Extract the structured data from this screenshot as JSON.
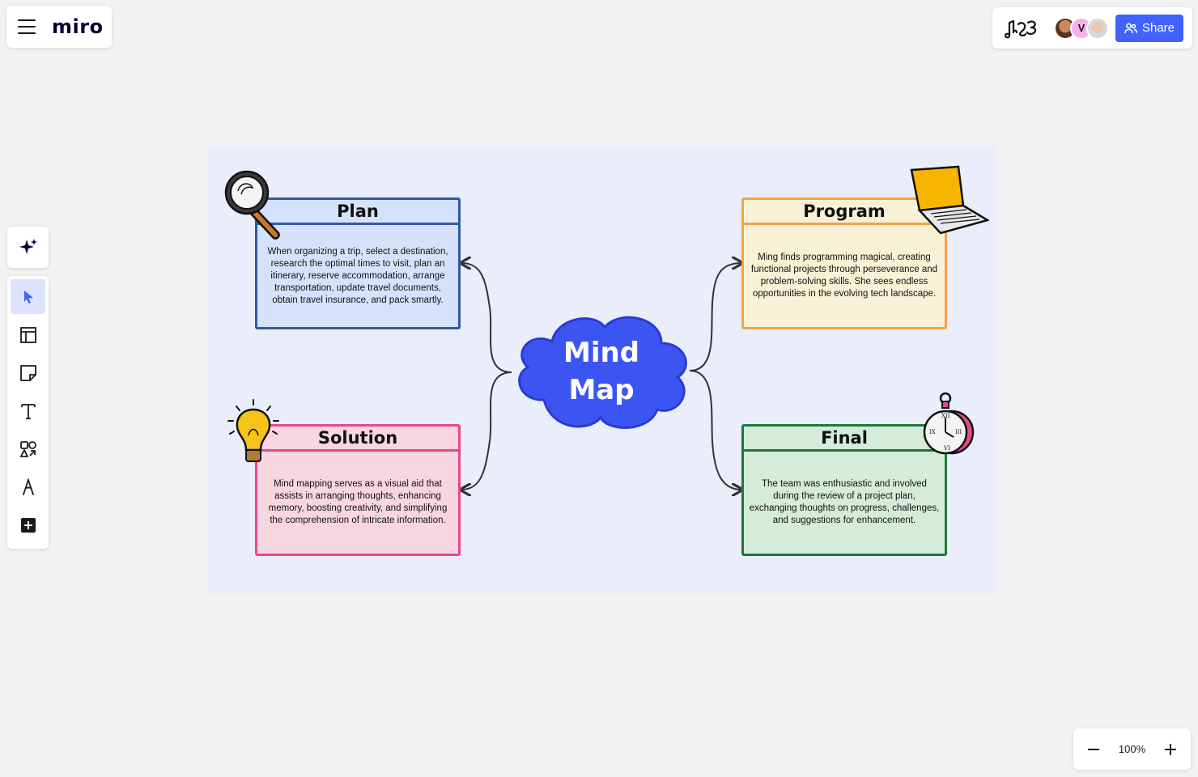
{
  "app": {
    "logo": "miro"
  },
  "header": {
    "share_label": "Share",
    "avatar_initial": "V"
  },
  "zoom": {
    "level": "100%"
  },
  "mindmap": {
    "center": {
      "line1": "Mind",
      "line2": "Map"
    },
    "cards": {
      "plan": {
        "title": "Plan",
        "body": "When organizing a trip, select a destination, research the optimal times to visit, plan an itinerary, reserve accommodation, arrange transportation, update travel documents, obtain travel insurance, and pack smartly."
      },
      "program": {
        "title": "Program",
        "body": "Ming finds programming magical, creating functional projects through perseverance and problem-solving skills. She sees endless opportunities in the evolving tech landscape."
      },
      "solution": {
        "title": "Solution",
        "body": "Mind mapping serves as a visual aid that assists in arranging thoughts, enhancing memory, boosting creativity, and simplifying the comprehension of intricate information."
      },
      "final": {
        "title": "Final",
        "body": "The team was enthusiastic and involved during the review of a project plan, exchanging thoughts on progress, challenges, and suggestions for enhancement."
      }
    }
  },
  "colors": {
    "share_button": "#4262ff",
    "cloud": "#3d55f0",
    "plan": "#2f5aa6",
    "program": "#f5a04a",
    "solution": "#e8478f",
    "final": "#1d7a3a"
  },
  "icons": {
    "menu": "hamburger-menu-icon",
    "reactions": "music-notes-icon",
    "ai": "sparkle-icon",
    "select": "cursor-icon",
    "templates": "layout-template-icon",
    "sticky": "sticky-note-icon",
    "text": "text-icon",
    "shapes": "shapes-icon",
    "pen": "pen-icon",
    "more": "plus-square-icon",
    "stickers": [
      "magnifying-glass-icon",
      "laptop-icon",
      "lightbulb-icon",
      "stopwatch-icon"
    ]
  }
}
